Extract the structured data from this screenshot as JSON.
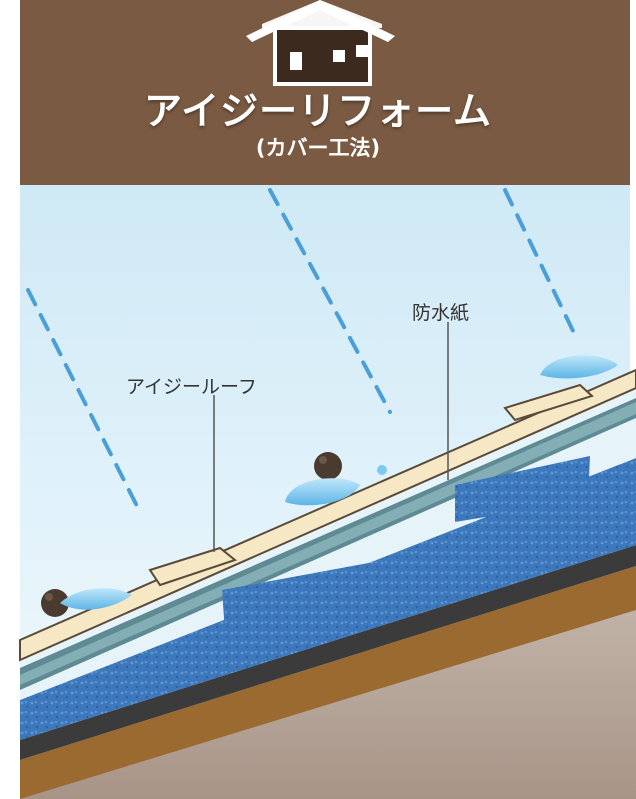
{
  "header": {
    "title": "アイジーリフォーム",
    "subtitle": "(カバー工法)"
  },
  "labels": {
    "roof": "アイジールーフ",
    "membrane": "防水紙"
  },
  "colors": {
    "banner": "#7a5a42",
    "sky_top": "#d6eef8",
    "sky_bottom": "#eef8fc",
    "rain": "#4a9fd8",
    "new_roof": "#f6e8c4",
    "insulation": "#3f7cc0",
    "old_roof": "#5b7f8a",
    "decking": "#444444",
    "rafter": "#9a6a30",
    "wall": "#b8a89c"
  },
  "icons": {
    "house": "house-icon",
    "water": "water-droplet-icon",
    "debris": "debris-icon"
  }
}
